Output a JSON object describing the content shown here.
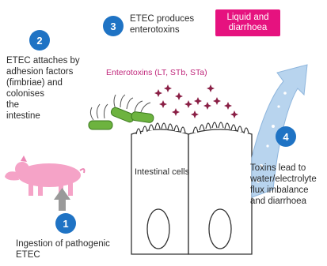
{
  "steps": [
    {
      "number": "1",
      "text": [
        "Ingestion of pathogenic",
        "ETEC"
      ]
    },
    {
      "number": "2",
      "text": [
        "ETEC attaches by",
        "adhesion factors",
        "(fimbriae) and",
        "colonises",
        "the",
        "intestine"
      ]
    },
    {
      "number": "3",
      "text": [
        "ETEC produces",
        "enterotoxins"
      ]
    },
    {
      "number": "4",
      "text": [
        "Toxins lead to",
        "water/electrolyte",
        "flux imbalance",
        "and diarrhoea"
      ]
    }
  ],
  "badge": {
    "lines": [
      "Liquid and",
      "diarrhoea"
    ]
  },
  "enterotoxins_label": "Enterotoxins (LT, STb, STa)",
  "cells_label": "Intestinal cells",
  "colors": {
    "step_circle": "#1f73c4",
    "badge": "#e6127f",
    "toxin_text": "#c0287c",
    "toxin_mark": "#8a1f45",
    "bacteria": "#6db33f",
    "pig": "#f5a3c7",
    "arrow": "#b8d4ee"
  }
}
